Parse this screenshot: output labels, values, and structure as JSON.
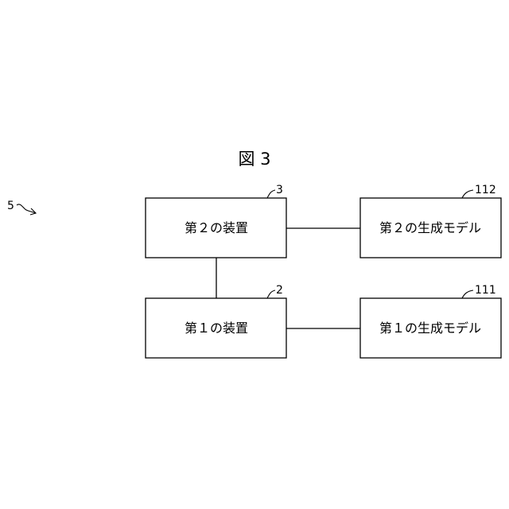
{
  "figure": {
    "title": "図 3",
    "system_ref": "5"
  },
  "blocks": [
    {
      "id": "device2",
      "label": "第２の装置",
      "ref": "3"
    },
    {
      "id": "model2",
      "label": "第２の生成モデル",
      "ref": "112"
    },
    {
      "id": "device1",
      "label": "第１の装置",
      "ref": "2"
    },
    {
      "id": "model1",
      "label": "第１の生成モデル",
      "ref": "111"
    }
  ],
  "connections": [
    {
      "from": "device2",
      "to": "model2"
    },
    {
      "from": "device1",
      "to": "model1"
    },
    {
      "from": "device2",
      "to": "device1"
    }
  ]
}
